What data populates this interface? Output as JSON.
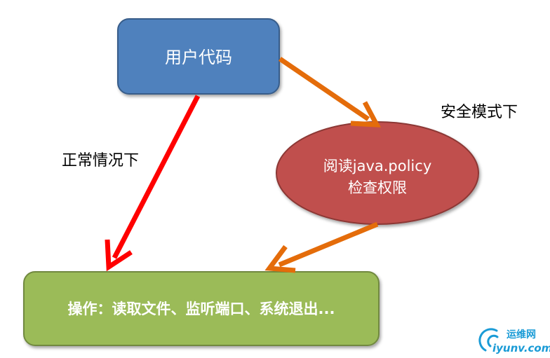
{
  "diagram": {
    "nodes": {
      "user_code": {
        "label": "用户代码",
        "fill": "#4f81bd",
        "stroke": "#385d8a"
      },
      "policy_check": {
        "line1": "阅读java.policy",
        "line2": "检查权限",
        "fill": "#c0504d",
        "stroke": "#8c3836"
      },
      "operations": {
        "label": "操作：读取文件、监听端口、系统退出...",
        "fill": "#9bbb59",
        "stroke": "#71893f"
      }
    },
    "edges": {
      "normal": {
        "label": "正常情况下",
        "color": "#ff0000"
      },
      "secure_in": {
        "label": "安全模式下",
        "color": "#e46c0a"
      },
      "secure_out": {
        "color": "#e46c0a"
      }
    }
  },
  "watermark": {
    "brand": "运维网",
    "domain": "iyunv.com",
    "color": "#1a9bd6"
  }
}
